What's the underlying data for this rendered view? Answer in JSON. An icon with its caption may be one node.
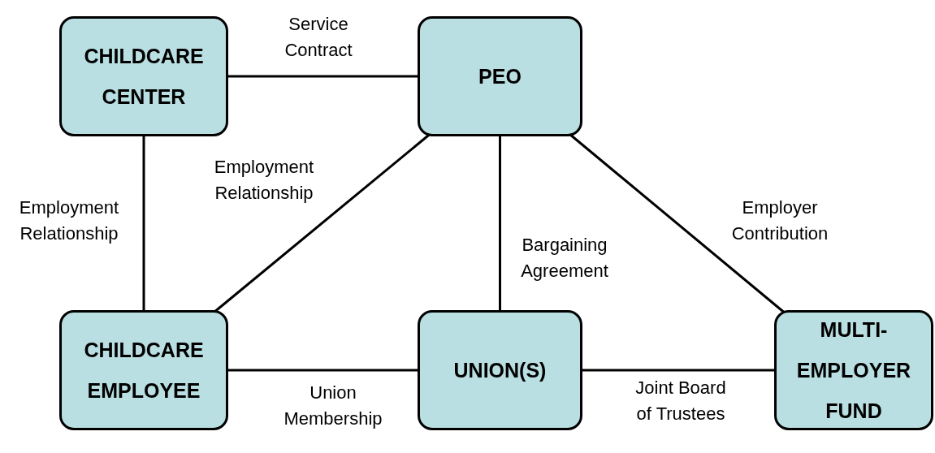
{
  "diagram": {
    "nodes": [
      {
        "text": [
          "CHILDCARE CENTER"
        ]
      },
      {
        "text": [
          "PEO"
        ]
      },
      {
        "text": [
          "CHILDCARE EMPLOYEE"
        ]
      },
      {
        "text": [
          "UNION(S)"
        ]
      },
      {
        "text": [
          "MULTI-EMPLOYER FUND"
        ]
      }
    ],
    "edges": [
      {
        "from": 0,
        "to": 1,
        "arrow": "none",
        "label": "Service Contract"
      },
      {
        "from": 0,
        "to": 2,
        "arrow": "none",
        "label": "Employment Relationship"
      },
      {
        "from": 1,
        "to": 2,
        "arrow": "none",
        "label": "Employment Relationship"
      },
      {
        "from": 1,
        "to": 3,
        "arrow": "none",
        "label": "Bargaining Agreement"
      },
      {
        "from": 1,
        "to": 4,
        "arrow": "none",
        "label": "Employer Contribution"
      },
      {
        "from": 2,
        "to": 3,
        "arrow": "none",
        "label": "Union Membership"
      },
      {
        "from": 3,
        "to": 4,
        "arrow": "none",
        "label": "Joint Board of Trustees"
      }
    ]
  }
}
